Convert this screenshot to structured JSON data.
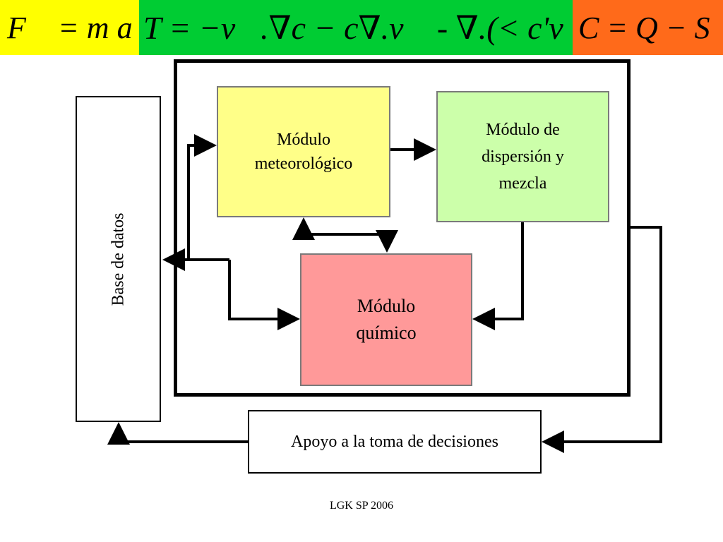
{
  "equations": {
    "newton": "F⃗ = m a⃗",
    "transport": "T = −v⃗.∇c − c∇.v⃗ - ∇.(< c'v⃗' >)",
    "balance": "C = Q − S"
  },
  "diagram": {
    "database_label": "Base de datos",
    "meteo_label": "Módulo\nmeteorológico",
    "dispersion_label": "Módulo de\ndispersión y\nmezcla",
    "chemical_label": "Módulo\nquímico",
    "decision_label": "Apoyo a la toma de decisiones"
  },
  "colors": {
    "eq1_bg": "#ffff00",
    "eq2_bg": "#00cc33",
    "eq3_bg": "#ff6a1a",
    "meteo_bg": "#ffff88",
    "dispersion_bg": "#ccffaa",
    "chemical_bg": "#ff9999"
  },
  "footer": "LGK SP 2006"
}
